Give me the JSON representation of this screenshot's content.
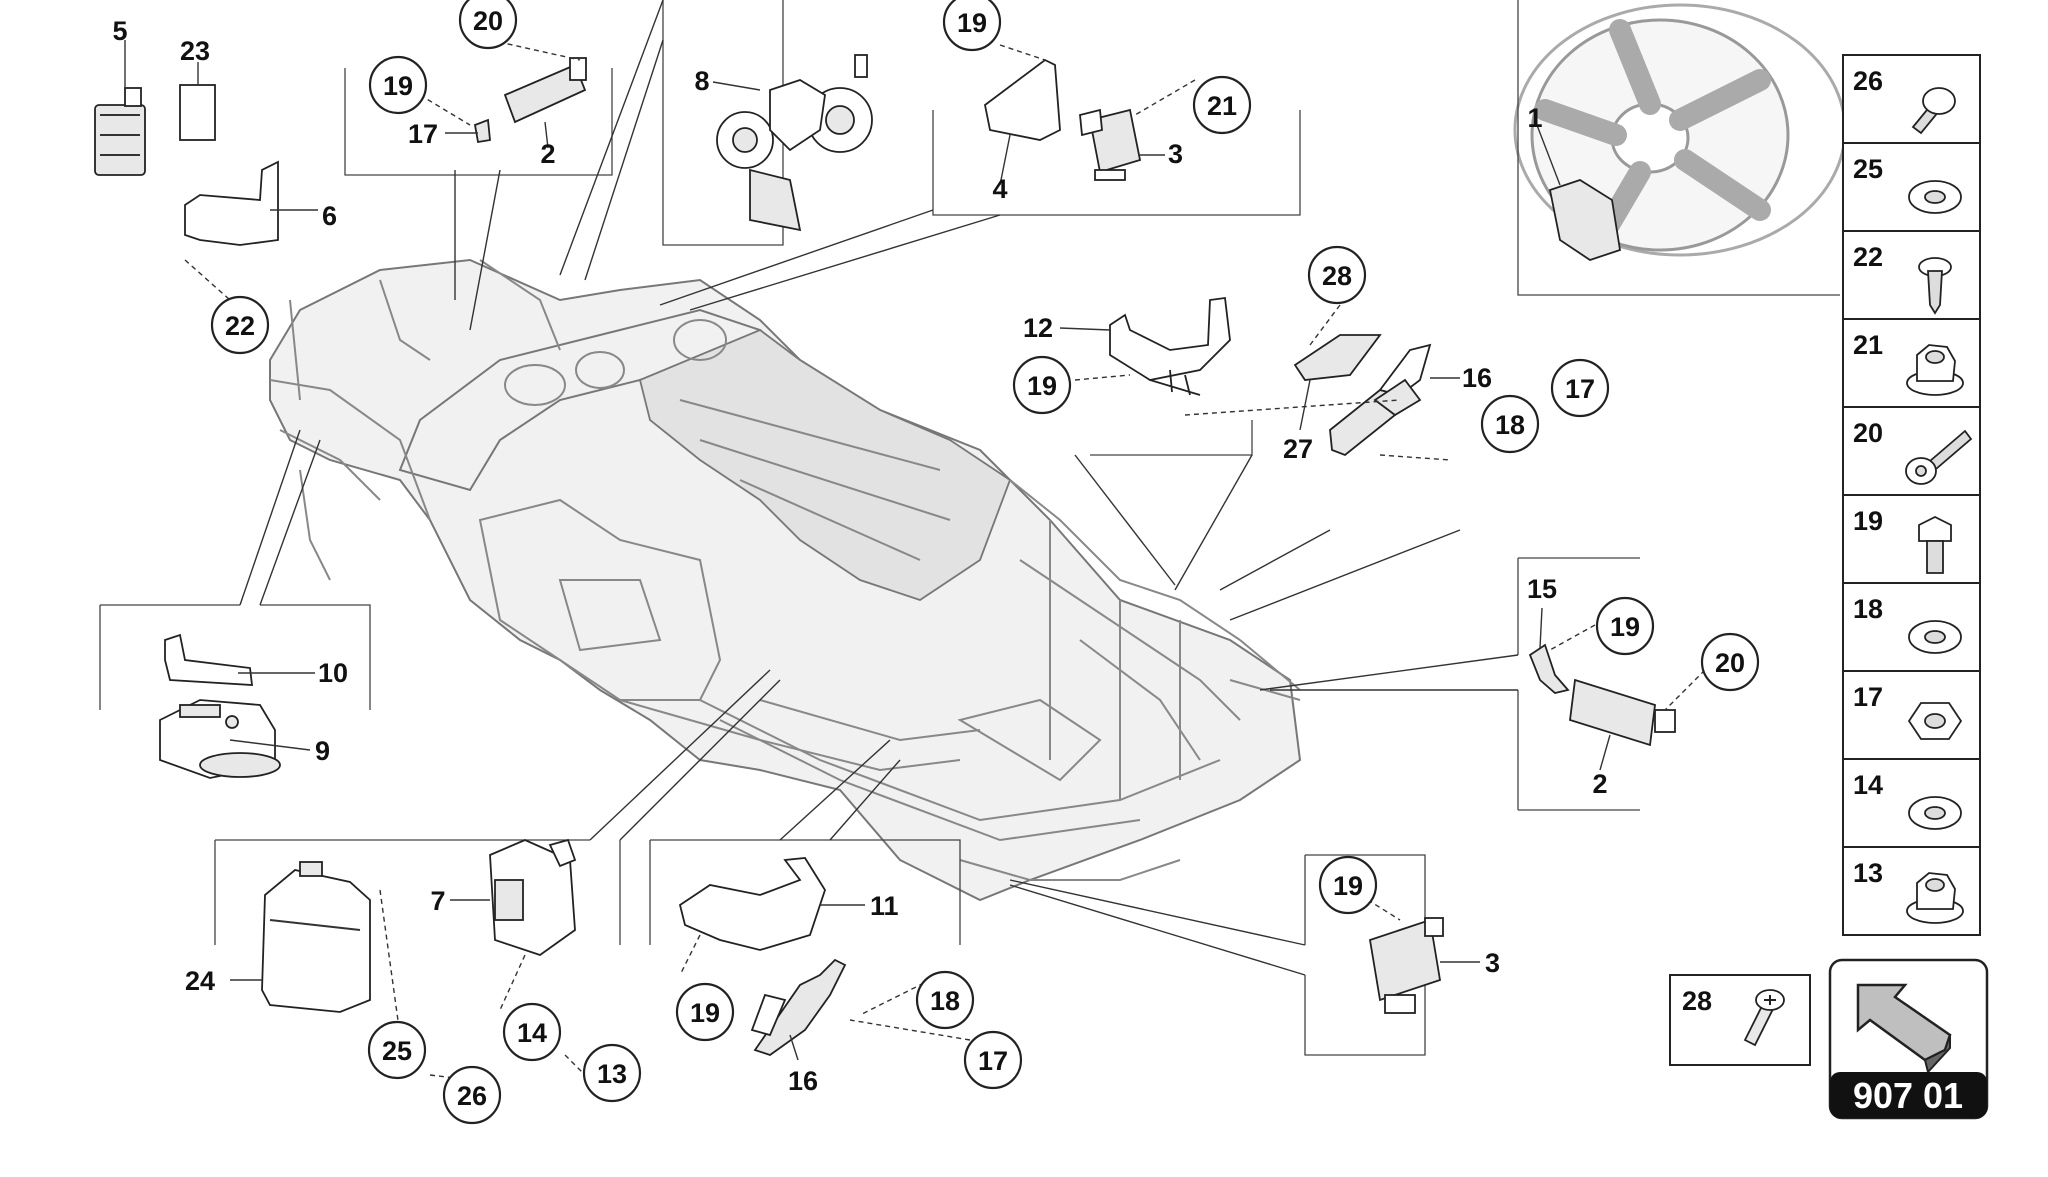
{
  "diagram_number": "907 01",
  "callouts": {
    "c20_top": "20",
    "c19_a": "19",
    "c22": "22",
    "c19_b": "19",
    "c21": "21",
    "c28": "28",
    "c19_c": "19",
    "c17_a": "17",
    "c18_a": "18",
    "c19_d": "19",
    "c20_b": "20",
    "c19_e": "19",
    "c25": "25",
    "c26": "26",
    "c14": "14",
    "c13": "13",
    "c19_f": "19",
    "c18_b": "18",
    "c17_b": "17"
  },
  "labels": {
    "l5": "5",
    "l23": "23",
    "l6": "6",
    "l17_a": "17",
    "l2_a": "2",
    "l8": "8",
    "l4": "4",
    "l3_a": "3",
    "l1": "1",
    "l12": "12",
    "l16_a": "16",
    "l27": "27",
    "l10": "10",
    "l9": "9",
    "l15": "15",
    "l2_b": "2",
    "l7": "7",
    "l24": "24",
    "l11": "11",
    "l16_b": "16",
    "l3_b": "3"
  },
  "hardware_list": [
    {
      "number": "26",
      "icon": "bolt-round-head-icon"
    },
    {
      "number": "25",
      "icon": "washer-icon"
    },
    {
      "number": "22",
      "icon": "clip-screw-icon"
    },
    {
      "number": "21",
      "icon": "flange-nut-icon"
    },
    {
      "number": "20",
      "icon": "long-bolt-icon"
    },
    {
      "number": "19",
      "icon": "hex-bolt-icon"
    },
    {
      "number": "18",
      "icon": "washer-icon"
    },
    {
      "number": "17",
      "icon": "hex-nut-icon"
    },
    {
      "number": "14",
      "icon": "washer-icon"
    },
    {
      "number": "13",
      "icon": "flange-nut-icon"
    }
  ],
  "extra_part": {
    "number": "28",
    "icon": "torx-bolt-icon"
  }
}
